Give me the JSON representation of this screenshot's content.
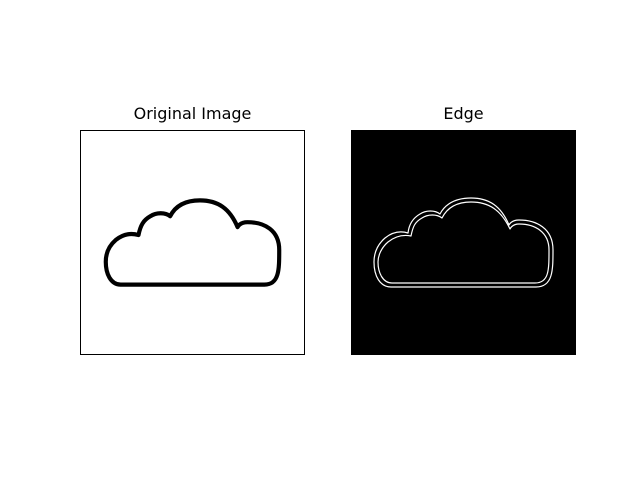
{
  "panels": {
    "left": {
      "title": "Original Image",
      "background": "#ffffff",
      "stroke": "#000000"
    },
    "right": {
      "title": "Edge",
      "background": "#000000",
      "stroke": "#ffffff"
    }
  },
  "image_subject": "cloud-outline"
}
